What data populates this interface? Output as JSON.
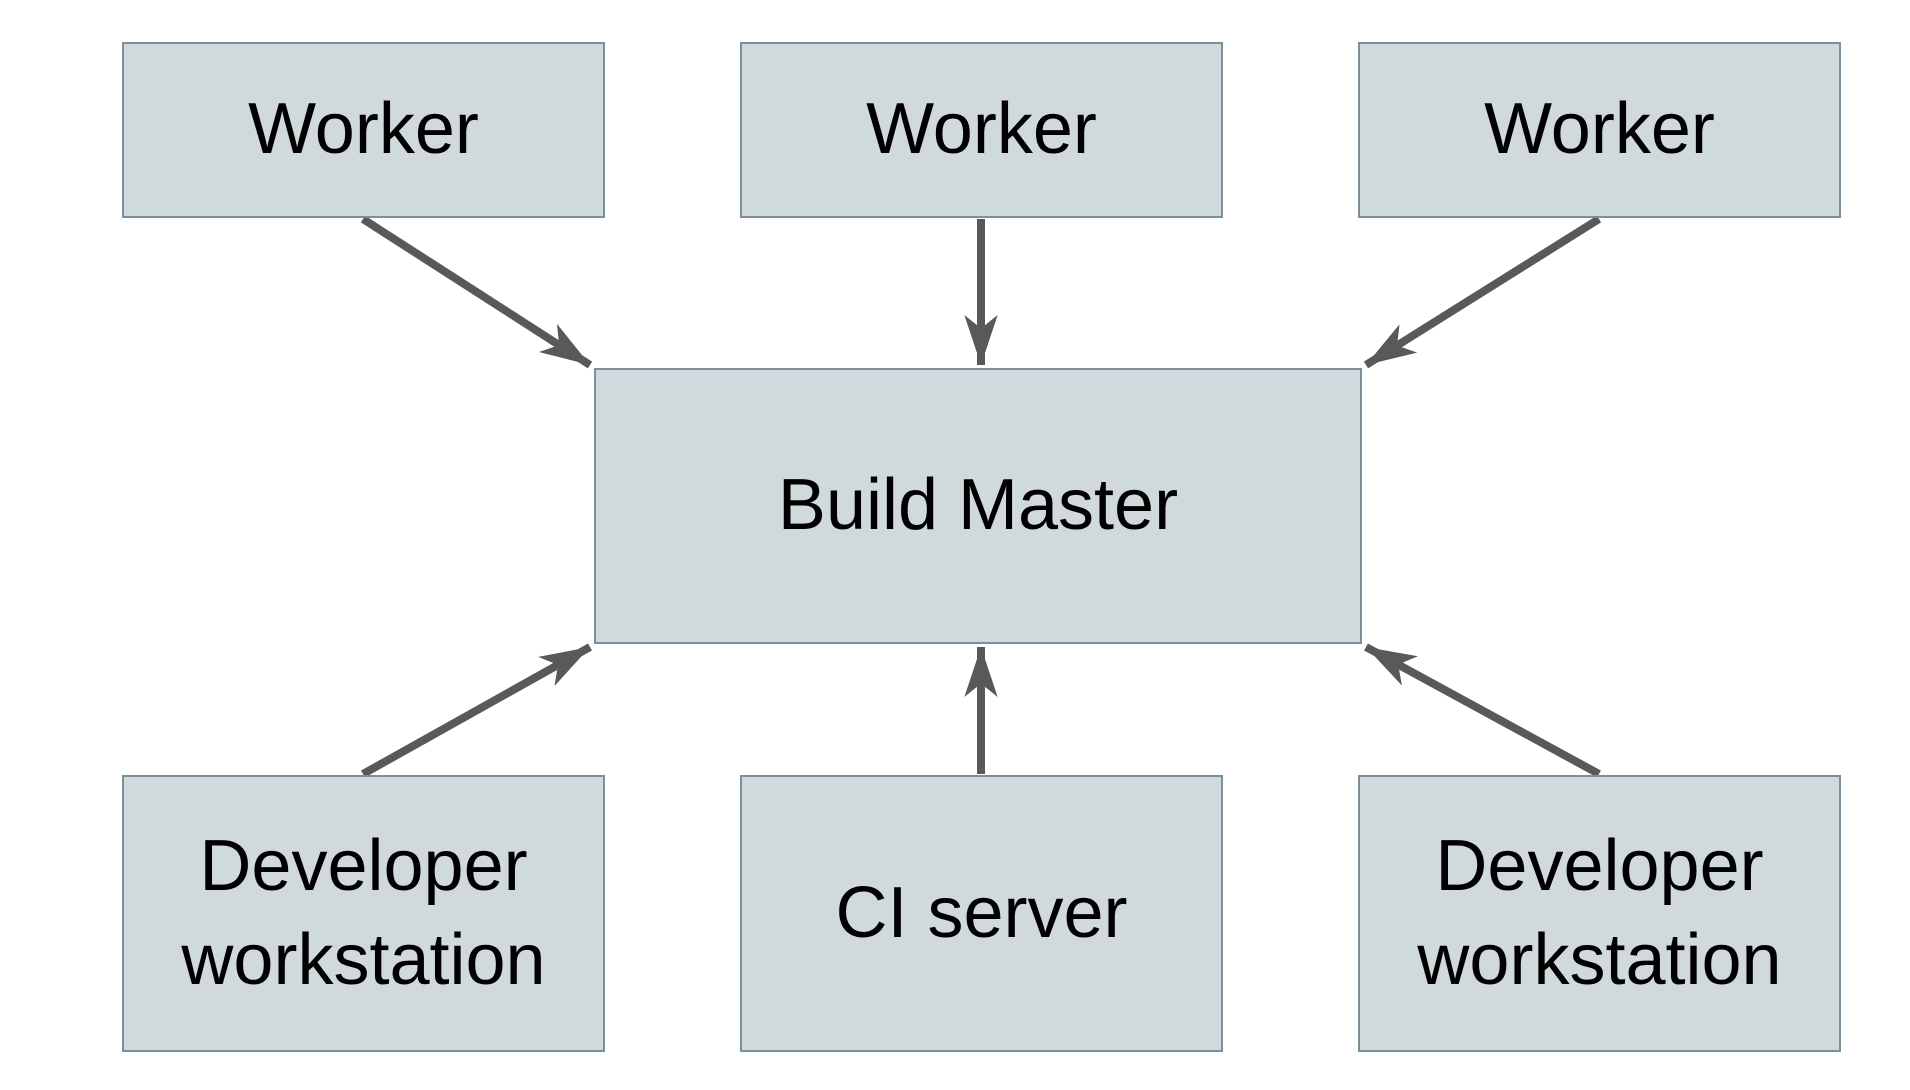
{
  "diagram": {
    "nodes": {
      "worker_top_left": {
        "label": "Worker"
      },
      "worker_top_center": {
        "label": "Worker"
      },
      "worker_top_right": {
        "label": "Worker"
      },
      "build_master": {
        "label": "Build Master"
      },
      "dev_workstation_left": {
        "label": "Developer workstation"
      },
      "ci_server": {
        "label": "CI server"
      },
      "dev_workstation_right": {
        "label": "Developer workstation"
      }
    },
    "edges": [
      {
        "from": "worker_top_left",
        "to": "build_master"
      },
      {
        "from": "worker_top_center",
        "to": "build_master"
      },
      {
        "from": "worker_top_right",
        "to": "build_master"
      },
      {
        "from": "dev_workstation_left",
        "to": "build_master"
      },
      {
        "from": "ci_server",
        "to": "build_master"
      },
      {
        "from": "dev_workstation_right",
        "to": "build_master"
      }
    ]
  },
  "colors": {
    "background": "#ffffff",
    "node_fill": "#d0d9db",
    "node_border": "#7c909b",
    "arrow": "#595959",
    "text": "#000000"
  }
}
